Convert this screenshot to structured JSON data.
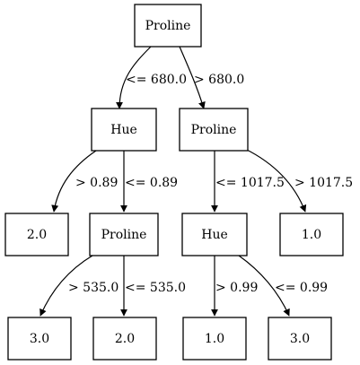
{
  "tree": {
    "nodes": {
      "root": "Proline",
      "hue_left": "Hue",
      "proline_right": "Proline",
      "leaf_2_left": "2.0",
      "proline_mid": "Proline",
      "hue_right": "Hue",
      "leaf_1_right": "1.0",
      "leaf_3_a": "3.0",
      "leaf_2_b": "2.0",
      "leaf_1_c": "1.0",
      "leaf_3_d": "3.0"
    },
    "edges": {
      "root_left": "<= 680.0",
      "root_right": "> 680.0",
      "hue_left_a": "> 0.89",
      "hue_left_b": "<= 0.89",
      "proline_right_a": "<= 1017.5",
      "proline_right_b": "> 1017.5",
      "proline_mid_a": "> 535.0",
      "proline_mid_b": "<= 535.0",
      "hue_right_a": "> 0.99",
      "hue_right_b": "<= 0.99"
    }
  }
}
